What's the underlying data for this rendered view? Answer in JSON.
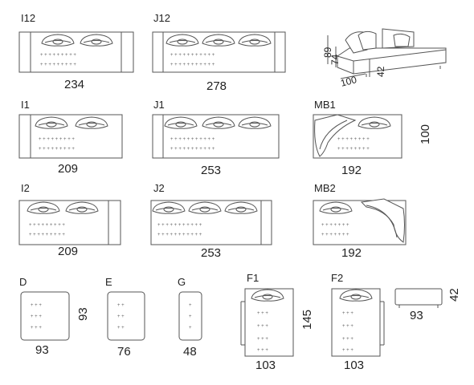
{
  "modules": [
    {
      "code": "I12",
      "width": "234"
    },
    {
      "code": "J12",
      "width": "278"
    },
    {
      "code": "I1",
      "width": "209"
    },
    {
      "code": "J1",
      "width": "253"
    },
    {
      "code": "MB1",
      "width": "192",
      "depth": "100"
    },
    {
      "code": "I2",
      "width": "209"
    },
    {
      "code": "J2",
      "width": "253"
    },
    {
      "code": "MB2",
      "width": "192"
    },
    {
      "code": "D",
      "width": "93",
      "depth": "93"
    },
    {
      "code": "E",
      "width": "76"
    },
    {
      "code": "G",
      "width": "48"
    },
    {
      "code": "F1",
      "width": "103",
      "depth": "145"
    },
    {
      "code": "F2",
      "width": "103"
    },
    {
      "code": "",
      "width": "93",
      "height": "42"
    }
  ],
  "perspective": {
    "height_total": "89",
    "height_seat": "74",
    "depth": "100",
    "seat_height": "42"
  }
}
